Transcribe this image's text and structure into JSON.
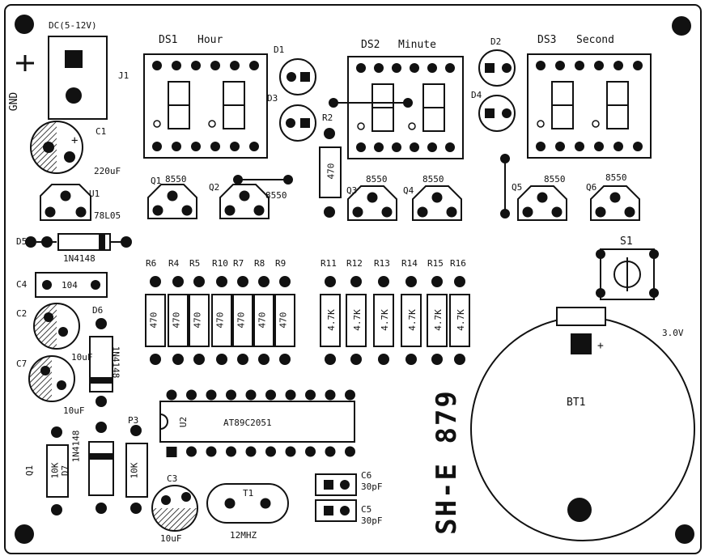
{
  "board": {
    "title": "SH-E 879",
    "power_label": "DC(5-12V)",
    "gnd_label": "GND",
    "j1_label": "J1"
  },
  "displays": [
    {
      "ref": "DS1",
      "name": "Hour"
    },
    {
      "ref": "DS2",
      "name": "Minute"
    },
    {
      "ref": "DS3",
      "name": "Second"
    }
  ],
  "leds": {
    "d1": "D1",
    "d2": "D2",
    "d3": "D3",
    "d4": "D4"
  },
  "transistors": [
    {
      "ref": "Q1",
      "type": "8550"
    },
    {
      "ref": "Q2",
      "type": "8550"
    },
    {
      "ref": "Q3",
      "type": "8550"
    },
    {
      "ref": "Q4",
      "type": "8550"
    },
    {
      "ref": "Q5",
      "type": "8550"
    },
    {
      "ref": "Q6",
      "type": "8550"
    }
  ],
  "r2": {
    "ref": "R2",
    "value": "470"
  },
  "left_parts": {
    "c1": "C1",
    "c1_value": "220uF",
    "u1": "U1",
    "u1_type": "78L05",
    "d5": "D5",
    "d5_type": "1N4148",
    "c4": "C4",
    "c4_value": "104",
    "c2": "C2",
    "c2_value": "10uF",
    "c7": "C7",
    "c7_value": "10uF",
    "d6": "D6",
    "d6_type": "1N4148",
    "q1": "Q1",
    "q1_value": "10K",
    "d7": "D7",
    "d7_type": "1N4148",
    "p3": "P3",
    "p3_value": "10K",
    "c3": "C3",
    "c3_value": "10uF"
  },
  "resistors_470": [
    {
      "ref": "R6",
      "value": "470"
    },
    {
      "ref": "R4",
      "value": "470"
    },
    {
      "ref": "R5",
      "value": "470"
    },
    {
      "ref": "R10",
      "value": "470"
    },
    {
      "ref": "R7",
      "value": "470"
    },
    {
      "ref": "R8",
      "value": "470"
    },
    {
      "ref": "R9",
      "value": "470"
    }
  ],
  "resistors_4k7": [
    {
      "ref": "R11",
      "value": "4.7K"
    },
    {
      "ref": "R12",
      "value": "4.7K"
    },
    {
      "ref": "R13",
      "value": "4.7K"
    },
    {
      "ref": "R14",
      "value": "4.7K"
    },
    {
      "ref": "R15",
      "value": "4.7K"
    },
    {
      "ref": "R16",
      "value": "4.7K"
    }
  ],
  "ic": {
    "ref": "U2",
    "type": "AT89C2051"
  },
  "crystal": {
    "ref": "T1",
    "value": "12MHZ"
  },
  "caps_small": {
    "c6": "C6",
    "c6_value": "30pF",
    "c5": "C5",
    "c5_value": "30pF"
  },
  "switch": {
    "ref": "S1"
  },
  "battery": {
    "ref": "BT1",
    "voltage": "3.0V",
    "plus": "+"
  }
}
